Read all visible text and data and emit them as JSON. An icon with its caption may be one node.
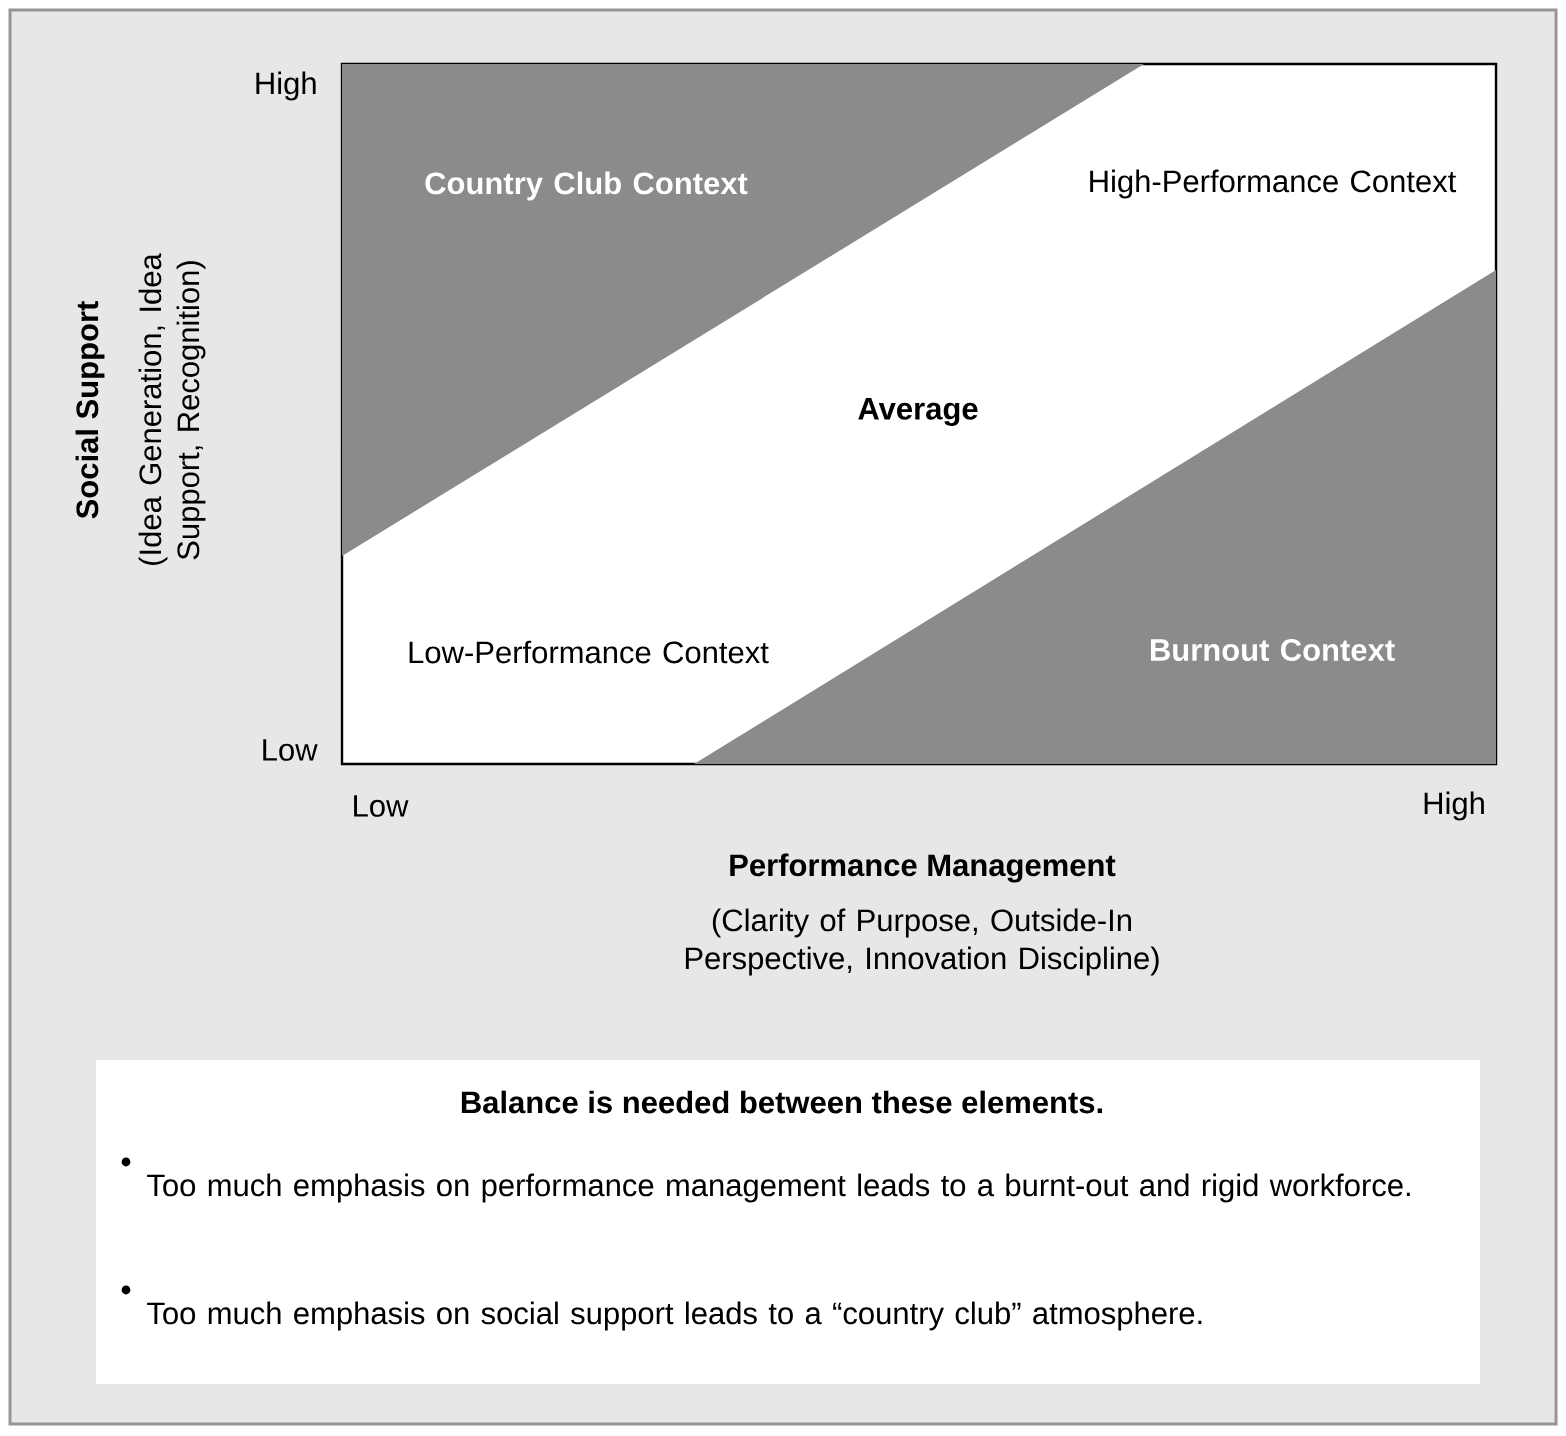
{
  "diagram": {
    "nodes": [
      {
        "text": [
          "Country Club Context"
        ]
      },
      {
        "text": [
          "High-Performance Context"
        ]
      },
      {
        "text": [
          "Average"
        ]
      },
      {
        "text": [
          "Low-Performance Context"
        ]
      },
      {
        "text": [
          "Burnout Context"
        ]
      },
      {
        "text": [
          "Balance is needed between these elements.",
          "Too much emphasis on performance management leads to a burnt-out and rigid workforce.",
          "Too much emphasis on social support leads to a “country club” atmosphere."
        ]
      }
    ],
    "edges": [],
    "labels": [
      "High",
      "Low",
      "Social Support",
      "(Idea Generation, Idea Support, Recognition)",
      "Low",
      "High",
      "Performance Management",
      "(Clarity of Purpose, Outside-In Perspective, Innovation Discipline)"
    ]
  }
}
